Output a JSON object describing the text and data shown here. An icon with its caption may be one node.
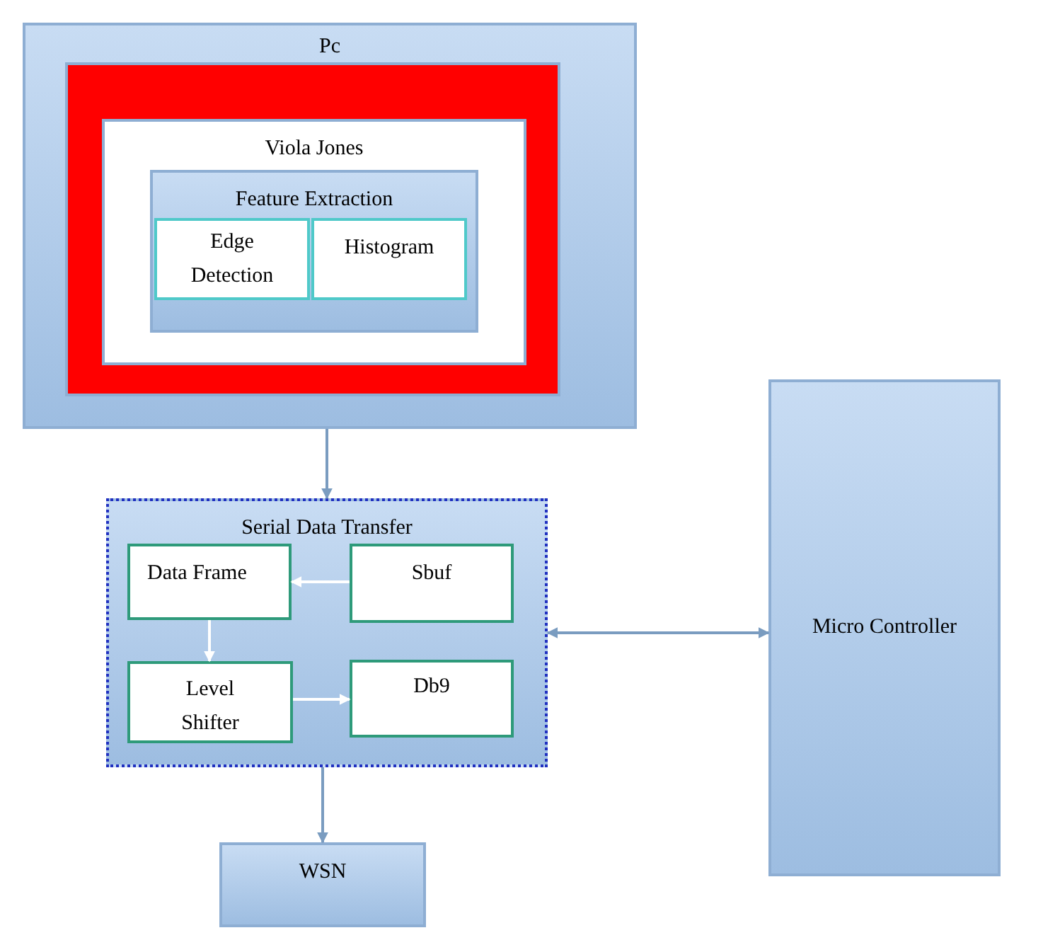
{
  "diagram": {
    "nodes": [
      {
        "text": [
          "Pc"
        ]
      },
      {
        "text": [],
        "shape": "box",
        "in": 0
      },
      {
        "text": [
          "Viola Jones"
        ],
        "in": 1
      },
      {
        "text": [
          "Feature Extraction"
        ],
        "in": 2
      },
      {
        "text": [
          "Edge Detection"
        ],
        "in": 3
      },
      {
        "text": [
          "Histogram"
        ],
        "in": 3
      },
      {
        "text": [
          "Serial Data Transfer"
        ]
      },
      {
        "text": [
          "Data Frame"
        ],
        "in": 6
      },
      {
        "text": [
          "Sbuf"
        ],
        "in": 6
      },
      {
        "text": [
          "Level Shifter"
        ],
        "in": 6
      },
      {
        "text": [
          "Db9"
        ],
        "in": 6
      },
      {
        "text": [
          "Micro Controller"
        ]
      },
      {
        "text": [
          "WSN"
        ]
      }
    ],
    "edges": [
      {
        "from": 0,
        "to": 6,
        "arrow": "to"
      },
      {
        "from": 8,
        "to": 7,
        "arrow": "to",
        "color": "#ffffff"
      },
      {
        "from": 7,
        "to": 9,
        "arrow": "to",
        "color": "#ffffff"
      },
      {
        "from": 9,
        "to": 10,
        "arrow": "to",
        "color": "#ffffff"
      },
      {
        "from": 6,
        "to": 11,
        "arrow": "both"
      },
      {
        "from": 6,
        "to": 12,
        "arrow": "to"
      }
    ]
  }
}
